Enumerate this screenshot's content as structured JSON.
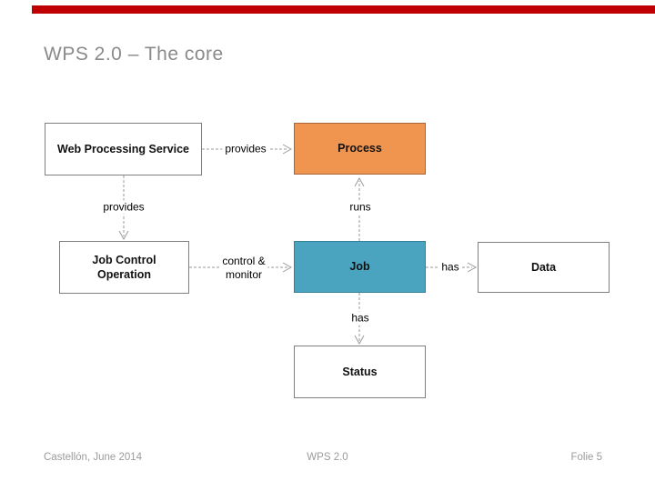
{
  "slide": {
    "title": "WPS 2.0 – The core"
  },
  "colors": {
    "accent_bar": "#c00000",
    "process_fill": "#f0954f",
    "job_fill": "#4aa4bf",
    "connector_gray": "#9a9a9a",
    "title_gray": "#8a8a8a",
    "footer_gray": "#9b9b9b"
  },
  "diagram": {
    "nodes": {
      "wps": {
        "label": "Web Processing Service"
      },
      "process": {
        "label": "Process"
      },
      "job_control": {
        "label": "Job Control Operation",
        "line1": "Job Control",
        "line2": "Operation"
      },
      "job": {
        "label": "Job"
      },
      "data": {
        "label": "Data"
      },
      "status": {
        "label": "Status"
      }
    },
    "edges": {
      "wps_provides_process": {
        "label": "provides"
      },
      "wps_provides_jco": {
        "label": "provides"
      },
      "job_runs_process": {
        "label": "runs"
      },
      "jco_control_job": {
        "label": "control & monitor",
        "line1": "control &",
        "line2": "monitor"
      },
      "job_has_data": {
        "label": "has"
      },
      "job_has_status": {
        "label": "has"
      }
    }
  },
  "footer": {
    "left": "Castellón, June 2014",
    "center": "WPS 2.0",
    "right": "Folie 5"
  }
}
